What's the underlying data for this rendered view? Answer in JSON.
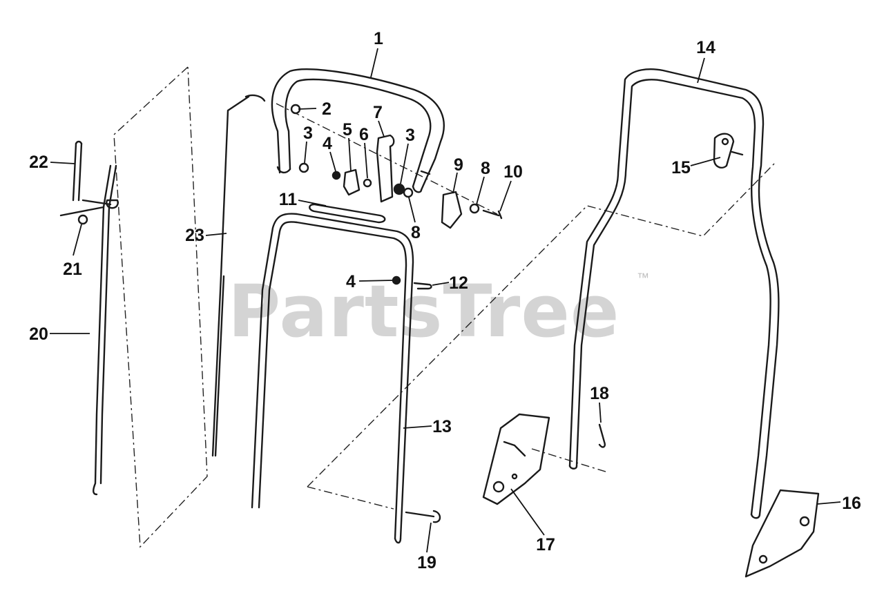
{
  "watermark": {
    "text": "PartsTree",
    "trademark": "™"
  },
  "callouts": [
    "1",
    "2",
    "3",
    "4",
    "5",
    "6",
    "7",
    "3",
    "9",
    "8",
    "10",
    "11",
    "8",
    "23",
    "22",
    "21",
    "4",
    "12",
    "20",
    "14",
    "15",
    "18",
    "13",
    "17",
    "19",
    "16"
  ],
  "colors": {
    "line": "#1a1a1a",
    "watermark": "#d4d4d4"
  }
}
